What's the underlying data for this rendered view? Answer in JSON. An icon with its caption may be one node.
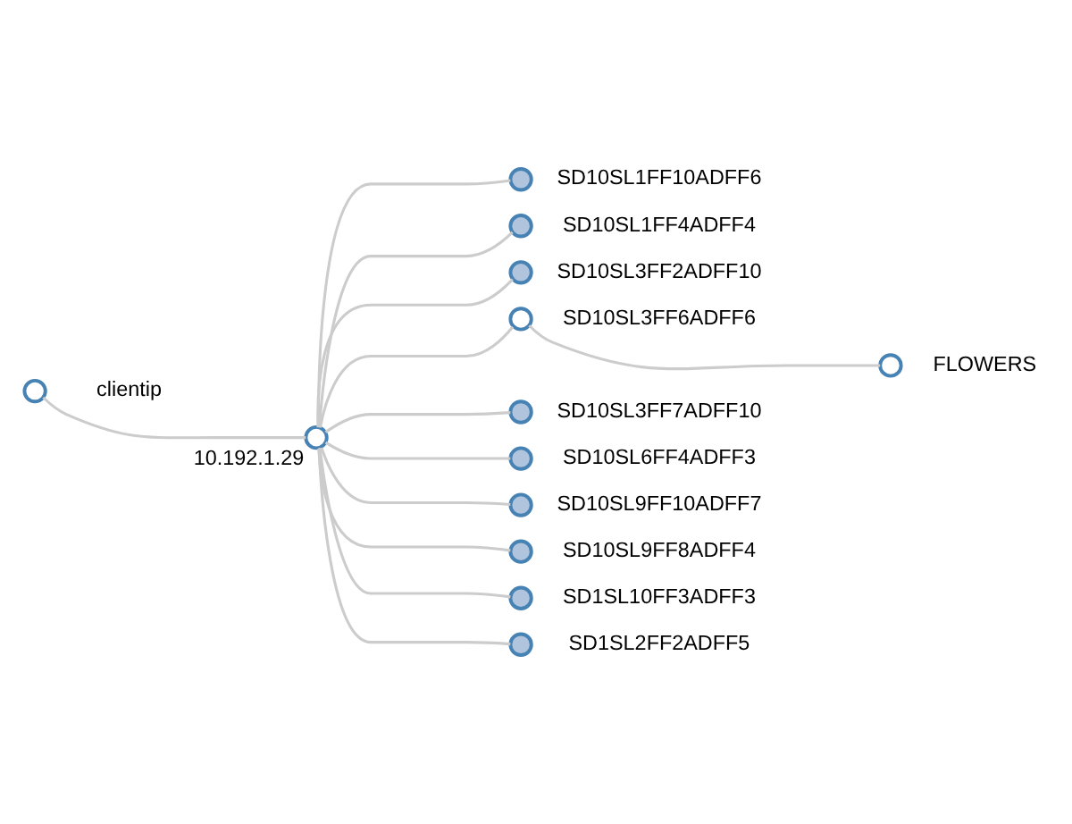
{
  "diagram": {
    "nodes": [
      {
        "text": [],
        "shape": "circle",
        "beside": [
          "clientip"
        ]
      },
      {
        "text": [],
        "shape": "circle",
        "beside": [
          "10.192.1.29"
        ]
      },
      {
        "text": [],
        "shape": "circle",
        "beside": [
          "SD10SL1FF10ADFF6"
        ]
      },
      {
        "text": [],
        "shape": "circle",
        "beside": [
          "SD10SL1FF4ADFF4"
        ]
      },
      {
        "text": [],
        "shape": "circle",
        "beside": [
          "SD10SL3FF2ADFF10"
        ]
      },
      {
        "text": [],
        "shape": "circle",
        "beside": [
          "SD10SL3FF6ADFF6"
        ]
      },
      {
        "text": [],
        "shape": "circle",
        "beside": [
          "SD10SL3FF7ADFF10"
        ]
      },
      {
        "text": [],
        "shape": "circle",
        "beside": [
          "SD10SL6FF4ADFF3"
        ]
      },
      {
        "text": [],
        "shape": "circle",
        "beside": [
          "SD10SL9FF10ADFF7"
        ]
      },
      {
        "text": [],
        "shape": "circle",
        "beside": [
          "SD10SL9FF8ADFF4"
        ]
      },
      {
        "text": [],
        "shape": "circle",
        "beside": [
          "SD1SL10FF3ADFF3"
        ]
      },
      {
        "text": [],
        "shape": "circle",
        "beside": [
          "SD1SL2FF2ADFF5"
        ]
      },
      {
        "text": [],
        "shape": "circle",
        "beside": [
          "FLOWERS"
        ]
      }
    ],
    "edges": [
      {
        "from": 0,
        "to": 1,
        "arrow": "none"
      },
      {
        "from": 1,
        "to": 2,
        "arrow": "none"
      },
      {
        "from": 1,
        "to": 3,
        "arrow": "none"
      },
      {
        "from": 1,
        "to": 4,
        "arrow": "none"
      },
      {
        "from": 1,
        "to": 5,
        "arrow": "none"
      },
      {
        "from": 1,
        "to": 6,
        "arrow": "none"
      },
      {
        "from": 1,
        "to": 7,
        "arrow": "none"
      },
      {
        "from": 1,
        "to": 8,
        "arrow": "none"
      },
      {
        "from": 1,
        "to": 9,
        "arrow": "none"
      },
      {
        "from": 1,
        "to": 10,
        "arrow": "none"
      },
      {
        "from": 1,
        "to": 11,
        "arrow": "none"
      },
      {
        "from": 5,
        "to": 12,
        "arrow": "none"
      }
    ]
  }
}
